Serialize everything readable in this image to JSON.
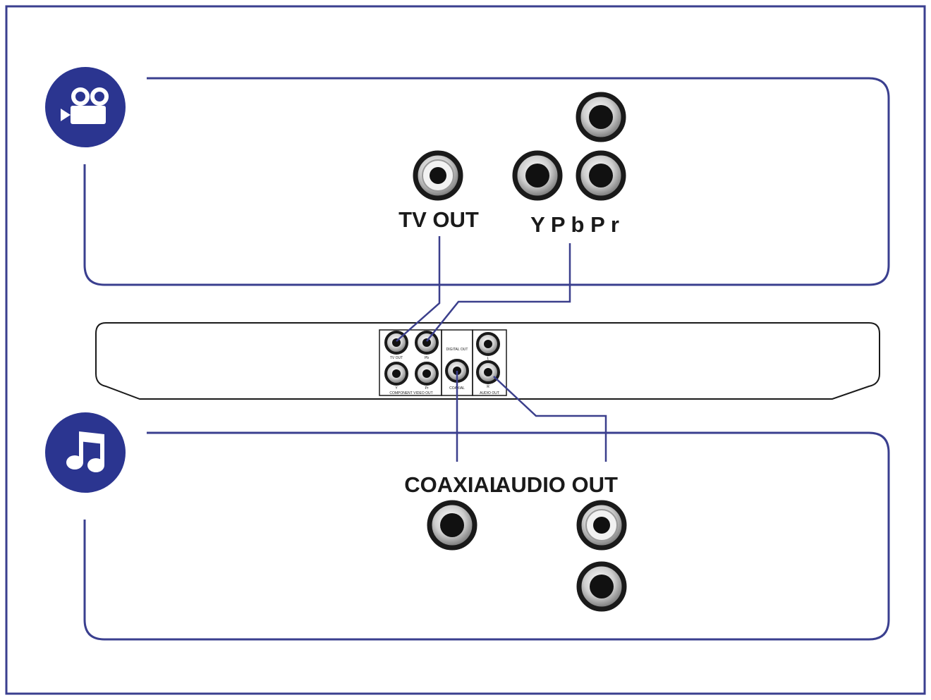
{
  "labels": {
    "tv_out": "TV OUT",
    "ypbpr": "Y P b P r",
    "coaxial": "COAXIAL",
    "audio_out": "AUDIO OUT"
  },
  "panel_labels": {
    "tv_out": "TV OUT",
    "pb": "Pb",
    "digital_out": "DIGITAL OUT",
    "l": "L",
    "y": "Y",
    "pr": "Pr",
    "coaxial": "COAXIAL",
    "r": "R",
    "component_video_out": "COMPONENT VIDEO OUT",
    "audio_out": "AUDIO OUT"
  },
  "icons": {
    "video": "video-camera-icon",
    "audio": "music-note-icon"
  },
  "colors": {
    "frame": "#3a3f8f",
    "icon_bg": "#2b3590",
    "line": "#3b3f8c",
    "jack_ring": "#111111"
  }
}
